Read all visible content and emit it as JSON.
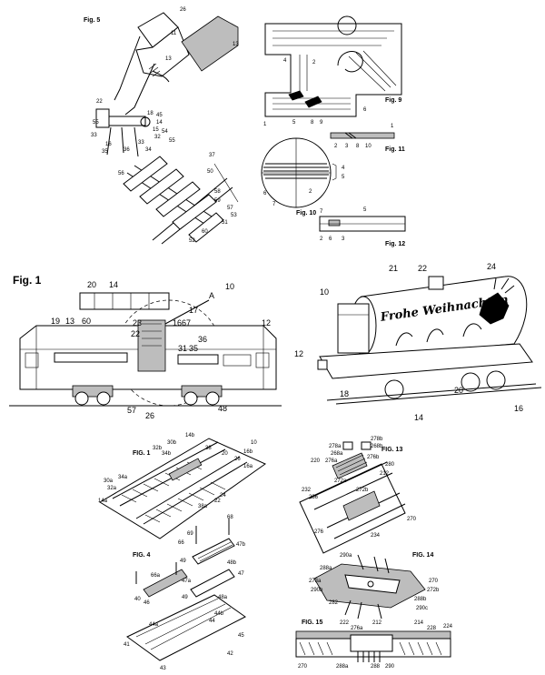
{
  "panels": {
    "fig5": {
      "title": "Fig. 5",
      "labels": [
        "26",
        "11",
        "13",
        "13",
        "22",
        "18",
        "45",
        "14",
        "15",
        "32",
        "33",
        "33",
        "16",
        "35",
        "36",
        "34",
        "37",
        "56",
        "50",
        "58",
        "59",
        "60",
        "55",
        "55",
        "57",
        "52",
        "54",
        "53",
        "51"
      ]
    },
    "fig9": {
      "title": "Fig. 9",
      "labels": [
        "4",
        "2",
        "1",
        "5",
        "8",
        "9",
        "6"
      ]
    },
    "fig11": {
      "title": "Fig. 11",
      "labels": [
        "1",
        "2",
        "3",
        "8",
        "10"
      ]
    },
    "fig10": {
      "title": "Fig. 10",
      "labels": [
        "4",
        "5",
        "6",
        "7",
        "2"
      ]
    },
    "fig12": {
      "title": "Fig. 12",
      "labels": [
        "7",
        "5",
        "2",
        "6",
        "3"
      ]
    },
    "fig1_loco": {
      "title": "Fig. 1",
      "labels": [
        "20",
        "14",
        "10",
        "A",
        "17",
        "19",
        "13",
        "60",
        "23",
        "16",
        "67",
        "12",
        "22",
        "31",
        "35",
        "36",
        "57",
        "26",
        "48"
      ]
    },
    "tank_wagon": {
      "banner": "Frohe Weihnachten",
      "labels": [
        "21",
        "22",
        "24",
        "10",
        "12",
        "18",
        "14",
        "20",
        "16"
      ]
    },
    "fig1_track": {
      "title": "FIG. 1",
      "labels": [
        "14b",
        "30b",
        "32b",
        "34b",
        "38",
        "20",
        "26",
        "16a",
        "16b",
        "10",
        "30a",
        "32a",
        "34a",
        "14a",
        "24",
        "22",
        "38a"
      ]
    },
    "fig4": {
      "title": "FIG. 4",
      "labels": [
        "68",
        "69",
        "47b",
        "66",
        "49",
        "48b",
        "47",
        "48a",
        "47a",
        "49",
        "66a",
        "40",
        "44b",
        "46",
        "44",
        "44a",
        "43",
        "45",
        "42",
        "41"
      ]
    },
    "fig13": {
      "title": "FIG. 13",
      "labels": [
        "278a",
        "268a",
        "276a",
        "278b",
        "268b",
        "276b",
        "280",
        "220",
        "212",
        "272a",
        "272b",
        "232",
        "236",
        "270",
        "276",
        "234"
      ]
    },
    "fig14": {
      "title": "FIG. 14",
      "labels": [
        "290a",
        "288a",
        "273a",
        "290b",
        "270",
        "272b",
        "288b",
        "282",
        "290c"
      ]
    },
    "fig15": {
      "title": "FIG. 15",
      "labels": [
        "222",
        "276a",
        "212",
        "214",
        "228",
        "224",
        "288a",
        "270",
        "288",
        "290"
      ]
    }
  }
}
